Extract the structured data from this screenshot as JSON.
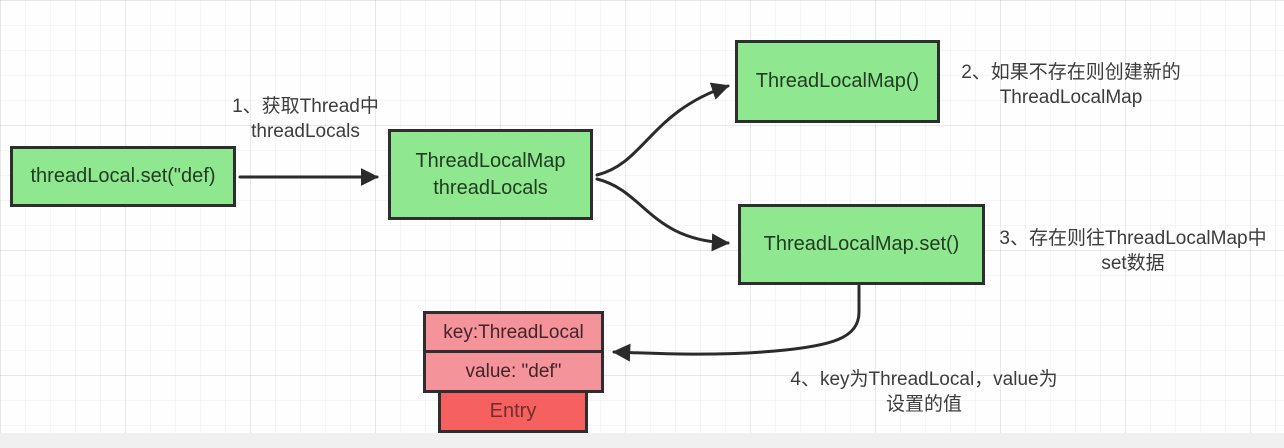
{
  "nodes": {
    "set_call": {
      "label": "threadLocal.set(\"def)"
    },
    "thread_locals": {
      "line1": "ThreadLocalMap",
      "line2": "threadLocals"
    },
    "new_map": {
      "label": "ThreadLocalMap()"
    },
    "map_set": {
      "label": "ThreadLocalMap.set()"
    },
    "entry_key": {
      "label": "key:ThreadLocal"
    },
    "entry_value": {
      "label": "value: \"def\""
    },
    "entry": {
      "label": "Entry"
    }
  },
  "annotations": {
    "step1": {
      "line1": "1、获取Thread中",
      "line2": "threadLocals"
    },
    "step2": {
      "line1": "2、如果不存在则创建新的",
      "line2": "ThreadLocalMap"
    },
    "step3": {
      "line1": "3、存在则往ThreadLocalMap中",
      "line2": "set数据"
    },
    "step4": {
      "line1": "4、key为ThreadLocal，value为",
      "line2": "设置的值"
    }
  },
  "colors": {
    "green": "#8fe88f",
    "pink": "#f5939a",
    "red": "#f76060",
    "arrow": "#2b2b2b",
    "border": "#2e2e2e"
  }
}
